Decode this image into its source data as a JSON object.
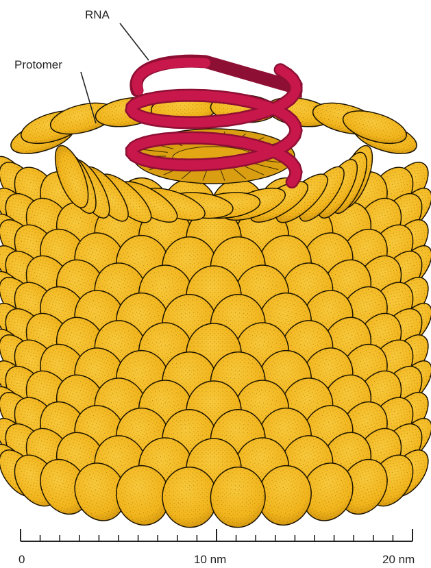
{
  "labels": {
    "rna": "RNA",
    "protomer": "Protomer"
  },
  "scale_bar": {
    "ticks": [
      "0",
      "10 nm",
      "20 nm"
    ],
    "minor_divisions": 20
  },
  "colors": {
    "protomer_fill": "#F2B51C",
    "protomer_stroke": "#1a1200",
    "rna": "#C8174A",
    "rna_dark": "#8E0F34"
  }
}
